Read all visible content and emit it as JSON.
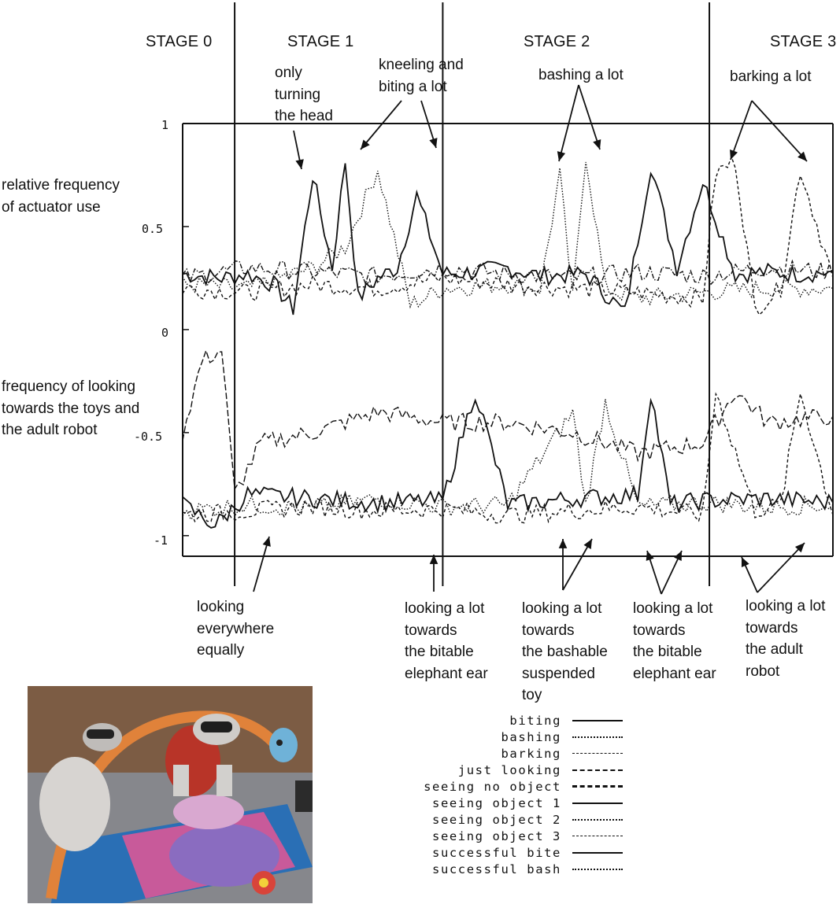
{
  "chart_data": {
    "type": "line",
    "title": "",
    "xlabel": "",
    "ylabel": "",
    "ylim": [
      -1.1,
      1.0
    ],
    "yticks": [
      {
        "value": 1,
        "label": "1"
      },
      {
        "value": 0.5,
        "label": "0.5"
      },
      {
        "value": 0,
        "label": "0"
      },
      {
        "value": -0.5,
        "label": "-0.5"
      },
      {
        "value": -1,
        "label": "-1"
      }
    ],
    "stages": [
      "STAGE 0",
      "STAGE 1",
      "STAGE 2",
      "STAGE 3"
    ],
    "stage_bounds": [
      0.08,
      0.4,
      0.81
    ],
    "side_labels": {
      "actuator": "relative frequency\nof actuator use",
      "looking": "frequency of looking\ntowards the toys and\nthe adult robot"
    },
    "annotations_top": [
      {
        "text": "only\nturning\nthe head"
      },
      {
        "text": "kneeling and\nbiting a lot"
      },
      {
        "text": "bashing a lot"
      },
      {
        "text": "barking a lot"
      }
    ],
    "annotations_bottom": [
      {
        "text": "looking\neverywhere\nequally"
      },
      {
        "text": "looking a lot\ntowards\nthe bitable\nelephant ear"
      },
      {
        "text": "looking a lot\ntowards\nthe bashable\nsuspended\ntoy"
      },
      {
        "text": "looking a lot\ntowards\nthe bitable\nelephant ear"
      },
      {
        "text": "looking a lot\ntowards\nthe adult\nrobot"
      }
    ],
    "series": [
      {
        "name": "biting",
        "style": "solid",
        "group": "actuator",
        "x": [
          0,
          0.06,
          0.1,
          0.14,
          0.17,
          0.2,
          0.23,
          0.25,
          0.27,
          0.3,
          0.33,
          0.36,
          0.4,
          0.45,
          0.5,
          0.55,
          0.62,
          0.68,
          0.72,
          0.76,
          0.8,
          0.85,
          0.9,
          0.95,
          1.0
        ],
        "values": [
          0.27,
          0.25,
          0.27,
          0.22,
          0.1,
          0.75,
          0.3,
          0.82,
          0.15,
          0.25,
          0.3,
          0.65,
          0.27,
          0.28,
          0.3,
          0.26,
          0.27,
          0.08,
          0.8,
          0.3,
          0.72,
          0.27,
          0.28,
          0.27,
          0.28
        ]
      },
      {
        "name": "bashing",
        "style": "dotted",
        "group": "actuator",
        "x": [
          0,
          0.1,
          0.15,
          0.2,
          0.25,
          0.3,
          0.35,
          0.4,
          0.5,
          0.55,
          0.58,
          0.6,
          0.62,
          0.65,
          0.7,
          0.8,
          0.9,
          1.0
        ],
        "values": [
          0.22,
          0.2,
          0.25,
          0.3,
          0.4,
          0.78,
          0.12,
          0.2,
          0.22,
          0.2,
          0.75,
          0.15,
          0.85,
          0.2,
          0.15,
          0.18,
          0.2,
          0.2
        ]
      },
      {
        "name": "barking",
        "style": "dashed",
        "group": "actuator",
        "x": [
          0,
          0.1,
          0.2,
          0.3,
          0.4,
          0.5,
          0.6,
          0.7,
          0.8,
          0.82,
          0.85,
          0.88,
          0.92,
          0.95,
          1.0
        ],
        "values": [
          0.2,
          0.18,
          0.22,
          0.2,
          0.25,
          0.22,
          0.2,
          0.18,
          0.15,
          0.76,
          0.82,
          0.1,
          0.2,
          0.78,
          0.25
        ]
      },
      {
        "name": "just looking",
        "style": "dashdot",
        "group": "actuator",
        "x": [
          0,
          0.1,
          0.2,
          0.3,
          0.4,
          0.5,
          0.6,
          0.7,
          0.8,
          0.9,
          1.0
        ],
        "values": [
          0.25,
          0.3,
          0.28,
          0.26,
          0.3,
          0.27,
          0.25,
          0.28,
          0.26,
          0.3,
          0.28
        ]
      },
      {
        "name": "seeing no object",
        "style": "longdash",
        "group": "looking",
        "x": [
          0,
          0.03,
          0.06,
          0.08,
          0.12,
          0.2,
          0.3,
          0.4,
          0.5,
          0.6,
          0.7,
          0.8,
          0.85,
          0.9,
          1.0
        ],
        "values": [
          -0.5,
          -0.15,
          -0.1,
          -0.8,
          -0.55,
          -0.5,
          -0.4,
          -0.45,
          -0.45,
          -0.5,
          -0.6,
          -0.55,
          -0.3,
          -0.45,
          -0.42
        ]
      },
      {
        "name": "seeing object 1",
        "style": "solid",
        "group": "looking",
        "x": [
          0,
          0.05,
          0.1,
          0.2,
          0.3,
          0.4,
          0.45,
          0.5,
          0.6,
          0.7,
          0.72,
          0.75,
          0.8,
          0.9,
          1.0
        ],
        "values": [
          -0.85,
          -0.95,
          -0.8,
          -0.82,
          -0.84,
          -0.83,
          -0.3,
          -0.85,
          -0.82,
          -0.8,
          -0.3,
          -0.85,
          -0.83,
          -0.82,
          -0.84
        ]
      },
      {
        "name": "seeing object 2",
        "style": "dotted",
        "group": "looking",
        "x": [
          0,
          0.1,
          0.2,
          0.3,
          0.4,
          0.5,
          0.6,
          0.62,
          0.65,
          0.7,
          0.8,
          0.9,
          1.0
        ],
        "values": [
          -0.88,
          -0.85,
          -0.87,
          -0.82,
          -0.86,
          -0.85,
          -0.4,
          -0.85,
          -0.35,
          -0.86,
          -0.84,
          -0.86,
          -0.85
        ]
      },
      {
        "name": "seeing object 3",
        "style": "dashed",
        "group": "looking",
        "x": [
          0,
          0.1,
          0.2,
          0.3,
          0.4,
          0.5,
          0.6,
          0.7,
          0.8,
          0.82,
          0.88,
          0.92,
          0.95,
          1.0
        ],
        "values": [
          -0.9,
          -0.88,
          -0.86,
          -0.88,
          -0.87,
          -0.9,
          -0.88,
          -0.86,
          -0.9,
          -0.3,
          -0.88,
          -0.85,
          -0.3,
          -0.9
        ]
      },
      {
        "name": "successful bite",
        "style": "solid",
        "group": "none",
        "x": [],
        "values": []
      },
      {
        "name": "successful bash",
        "style": "dotted",
        "group": "none",
        "x": [],
        "values": []
      }
    ]
  }
}
